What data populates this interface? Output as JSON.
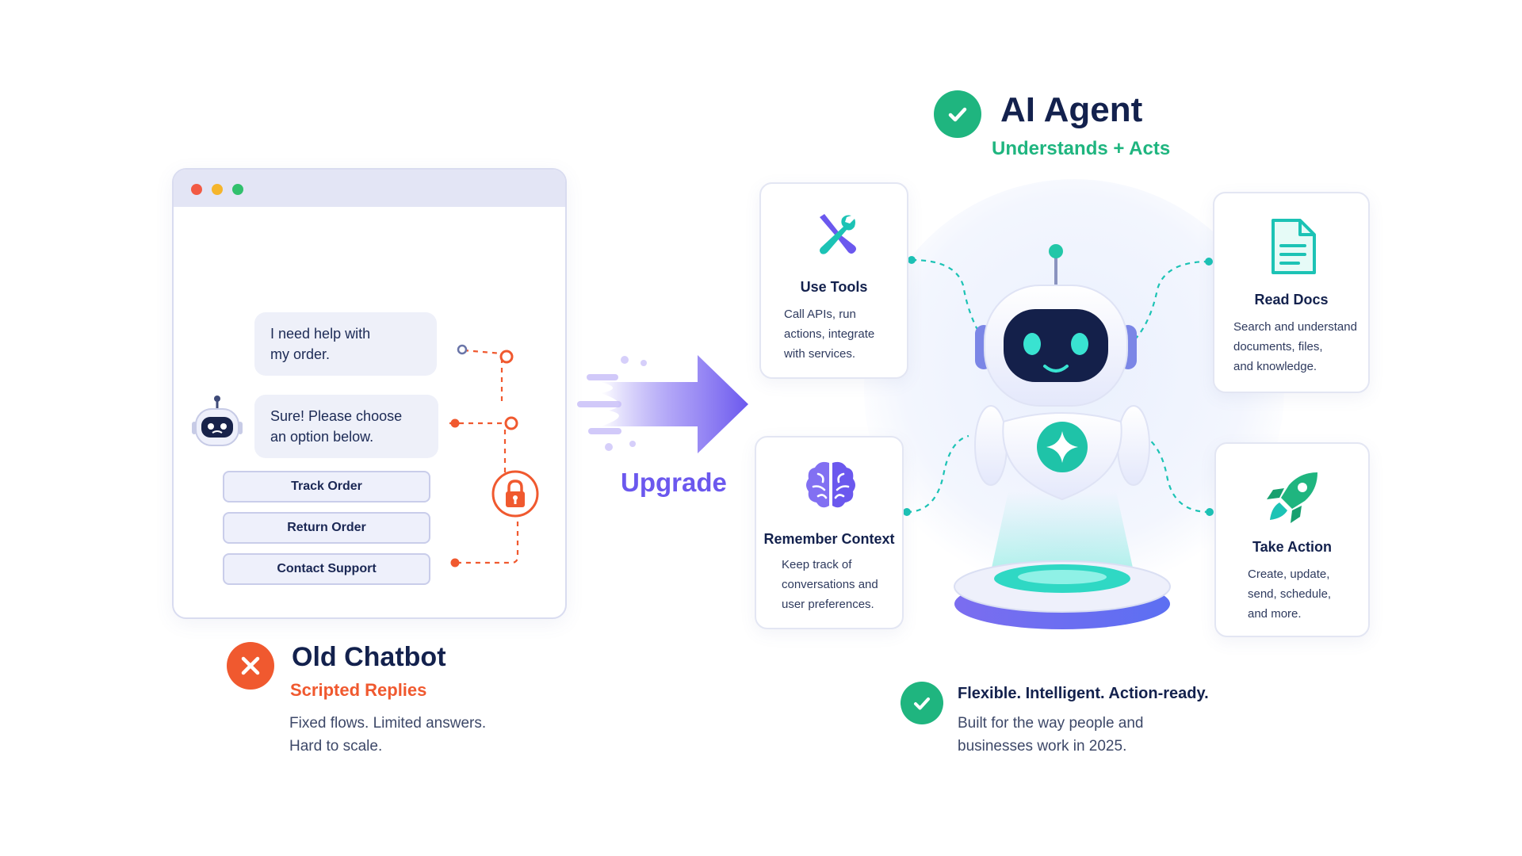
{
  "old_chatbot": {
    "window": {
      "messages": {
        "user_line1": "I need help with",
        "user_line2": "my order.",
        "bot_line1": "Sure! Please choose",
        "bot_line2": "an option below."
      },
      "options": [
        "Track Order",
        "Return Order",
        "Contact Support"
      ]
    },
    "title": "Old Chatbot",
    "subtitle": "Scripted Replies",
    "desc_line1": "Fixed flows. Limited answers.",
    "desc_line2": "Hard to scale.",
    "status_icon": "x-icon"
  },
  "transition": {
    "label": "Upgrade"
  },
  "ai_agent": {
    "title": "AI Agent",
    "subtitle": "Understands + Acts",
    "status_icon": "check-icon",
    "features": [
      {
        "icon": "tools-icon",
        "title": "Use Tools",
        "desc": [
          "Call APIs, run",
          "actions, integrate",
          "with services."
        ]
      },
      {
        "icon": "document-icon",
        "title": "Read Docs",
        "desc": [
          "Search and understand",
          "documents, files,",
          "and knowledge."
        ]
      },
      {
        "icon": "brain-icon",
        "title": "Remember Context",
        "desc": [
          "Keep track of",
          "conversations and",
          "user preferences."
        ]
      },
      {
        "icon": "rocket-icon",
        "title": "Take Action",
        "desc": [
          "Create, update,",
          "send, schedule,",
          "and more."
        ]
      }
    ],
    "tagline": "Flexible. Intelligent. Action-ready.",
    "desc_line1": "Built for the way people and",
    "desc_line2": "businesses work in 2025."
  },
  "colors": {
    "navy": "#13214d",
    "red": "#f0592f",
    "green": "#1fb57f",
    "purple": "#6b58ee",
    "teal": "#1cc3b5"
  }
}
